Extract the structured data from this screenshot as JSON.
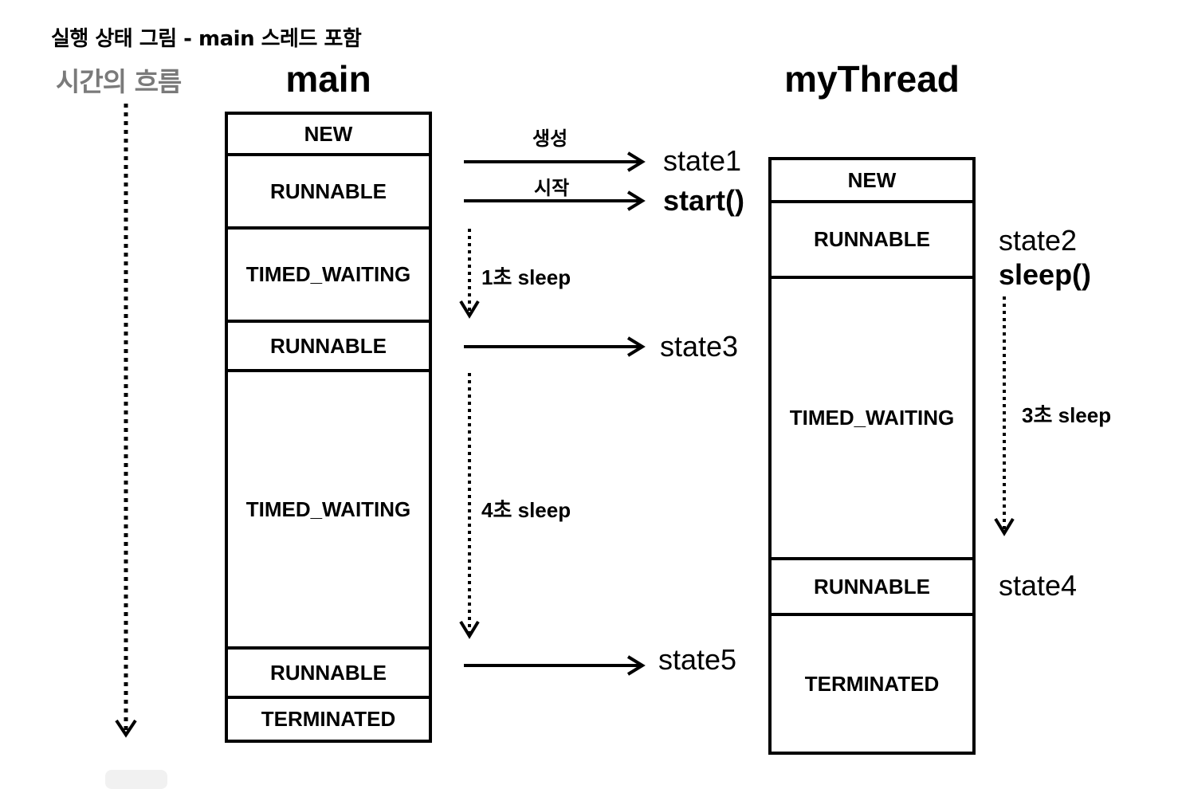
{
  "page_title": "실행 상태 그림 - main 스레드 포함",
  "time_flow_label": "시간의 흐름",
  "threads": {
    "main": {
      "title": "main",
      "states": [
        "NEW",
        "RUNNABLE",
        "TIMED_WAITING",
        "RUNNABLE",
        "TIMED_WAITING",
        "RUNNABLE",
        "TERMINATED"
      ]
    },
    "my_thread": {
      "title": "myThread",
      "states": [
        "NEW",
        "RUNNABLE",
        "TIMED_WAITING",
        "RUNNABLE",
        "TERMINATED"
      ]
    }
  },
  "arrows": {
    "create_label": "생성",
    "start_label": "시작"
  },
  "sleeps": {
    "main_first": "1초 sleep",
    "main_second": "4초 sleep",
    "my_thread": "3초 sleep"
  },
  "events": {
    "state1": "state1",
    "start_call": "start()",
    "state3": "state3",
    "state5": "state5",
    "state2": "state2",
    "sleep_call": "sleep()",
    "state4": "state4"
  }
}
